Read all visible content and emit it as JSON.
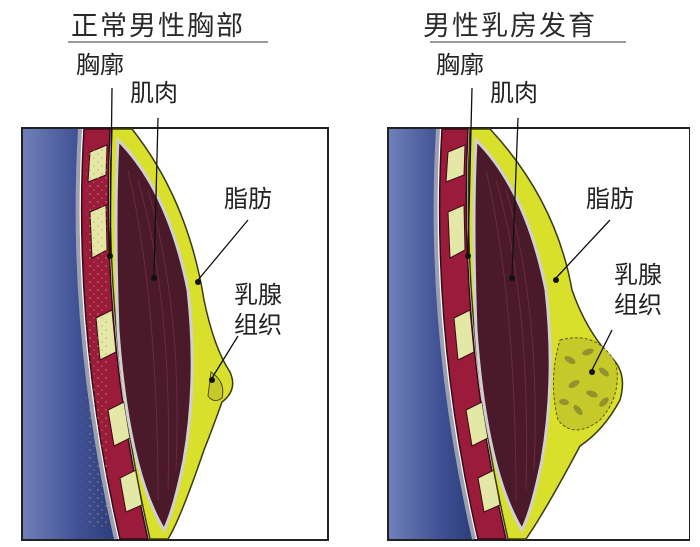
{
  "panels": [
    {
      "title": "正常男性胸部",
      "labels": {
        "ribs": "胸廓",
        "muscle": "肌肉",
        "fat": "脂肪",
        "gland_line1": "乳腺",
        "gland_line2": "组织"
      }
    },
    {
      "title": "男性乳房发育",
      "labels": {
        "ribs": "胸廓",
        "muscle": "肌肉",
        "fat": "脂肪",
        "gland_line1": "乳腺",
        "gland_line2": "组织"
      }
    }
  ],
  "colors": {
    "lung": "#3d4f91",
    "rib_red": "#9b1b3a",
    "rib_cartilage": "#e4e8a6",
    "muscle": "#4a1a2a",
    "fat": "#d9e02c",
    "outline": "#222222"
  }
}
